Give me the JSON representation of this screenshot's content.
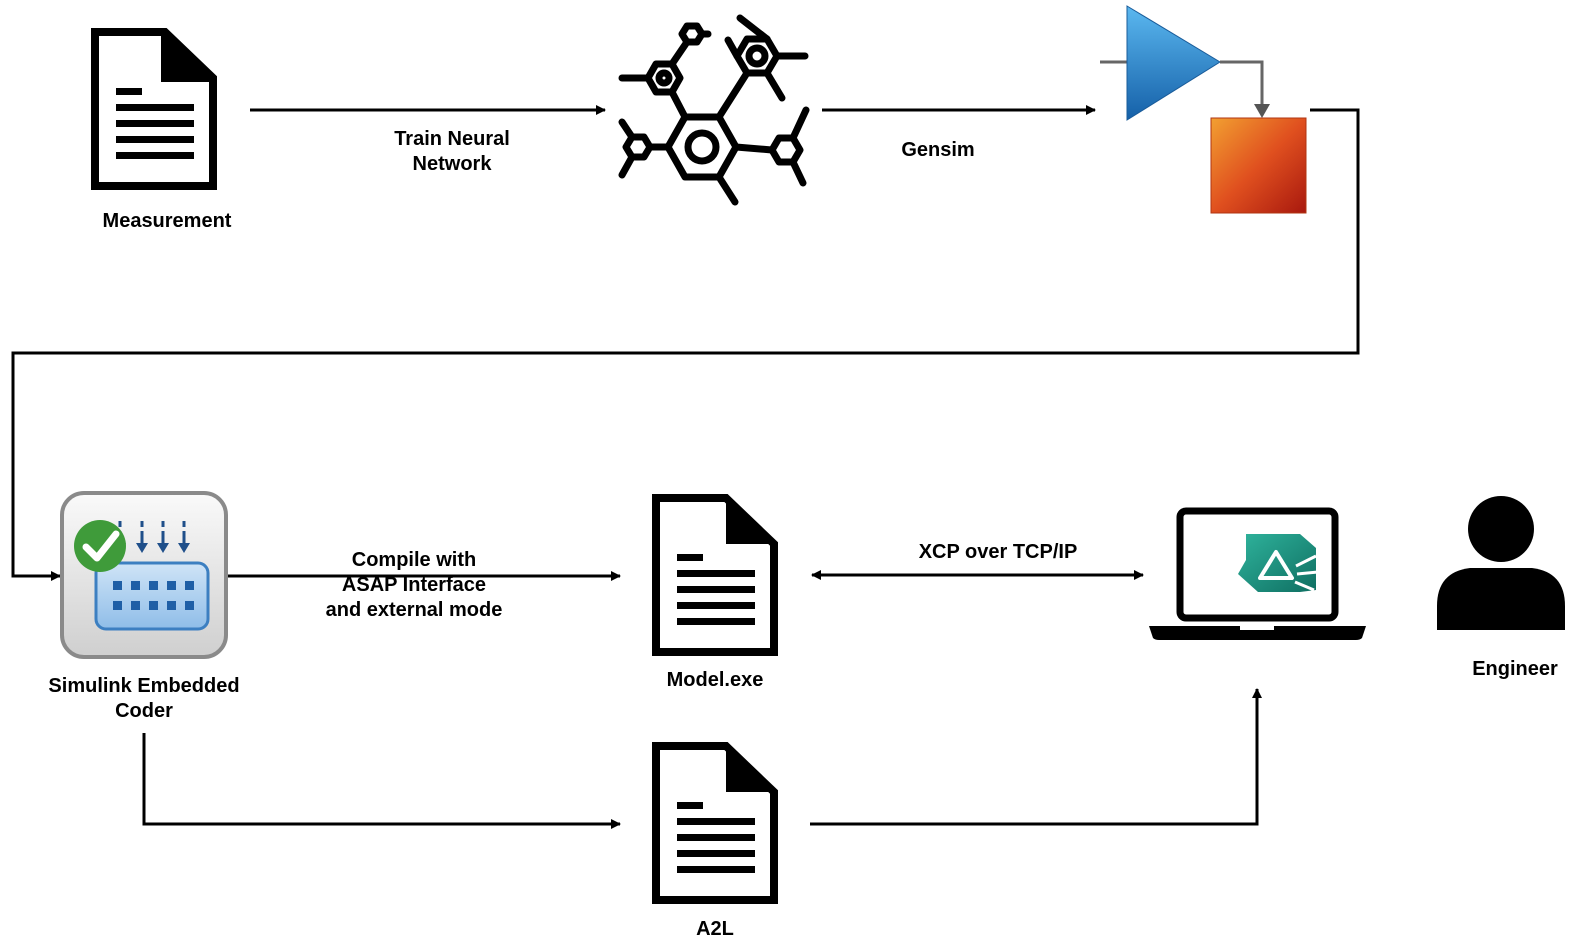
{
  "nodes": {
    "measurement": {
      "label": "Measurement",
      "icon": "document-icon"
    },
    "neural_network": {
      "icon": "molecule-network-icon"
    },
    "simulink_model": {
      "icon": "simulink-gain-block-icon",
      "colors": {
        "triangle": "#1f7cc8",
        "block": "#d9461c"
      }
    },
    "embedded_coder": {
      "label_lines": [
        "Simulink Embedded",
        "Coder"
      ],
      "icon": "embedded-coder-icon"
    },
    "model_exe": {
      "label": "Model.exe",
      "icon": "document-icon"
    },
    "a2l": {
      "label": "A2L",
      "icon": "document-icon"
    },
    "laptop": {
      "icon": "laptop-calibration-tool-icon",
      "accent": "#1a9a86"
    },
    "engineer": {
      "label": "Engineer",
      "icon": "person-icon"
    }
  },
  "edges": {
    "train": {
      "label_lines": [
        "Train Neural",
        "Network"
      ]
    },
    "gensim": {
      "label": "Gensim"
    },
    "compile": {
      "label_lines": [
        "Compile with",
        "ASAP Interface",
        "and external mode"
      ]
    },
    "xcp": {
      "label": "XCP over TCP/IP"
    }
  }
}
